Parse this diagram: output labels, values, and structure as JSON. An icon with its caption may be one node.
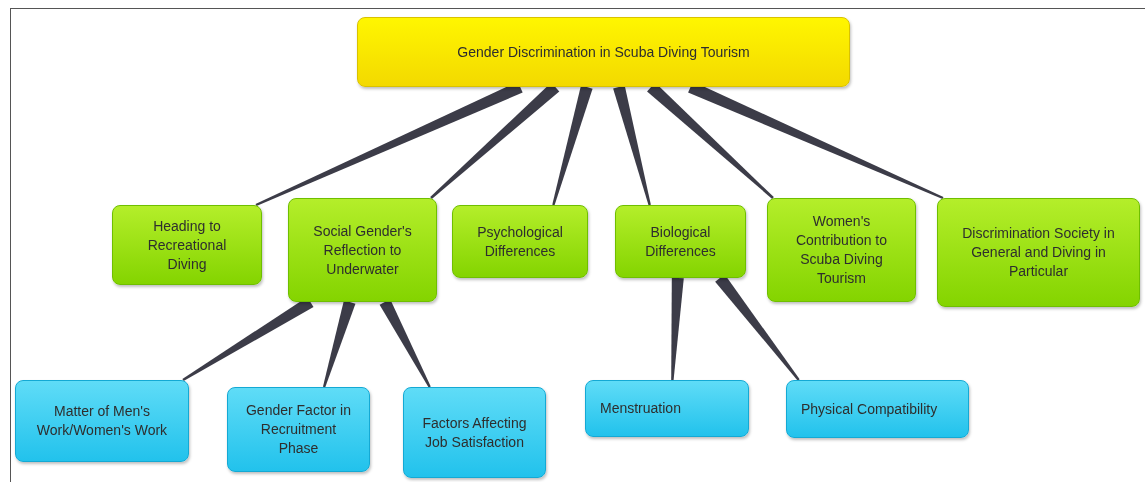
{
  "diagram": {
    "nodes": [
      {
        "text": [
          "Gender Discrimination in Scuba Diving Tourism"
        ]
      },
      {
        "text": [
          "Heading to Recreational Diving"
        ]
      },
      {
        "text": [
          "Social Gender's Reflection to Underwater"
        ]
      },
      {
        "text": [
          "Psychological Differences"
        ]
      },
      {
        "text": [
          "Biological Differences"
        ]
      },
      {
        "text": [
          "Women's Contribution to Scuba Diving Tourism"
        ]
      },
      {
        "text": [
          "Discrimination Society in General and Diving in Particular"
        ]
      },
      {
        "text": [
          "Matter of Men's Work/Women's Work"
        ]
      },
      {
        "text": [
          "Gender Factor in Recruitment Phase"
        ]
      },
      {
        "text": [
          "Factors Affecting Job Satisfaction"
        ]
      },
      {
        "text": [
          "Menstruation"
        ]
      },
      {
        "text": [
          "Physical Compatibility"
        ]
      }
    ],
    "edges": [
      {
        "from": 0,
        "to": 1,
        "arrow": "none"
      },
      {
        "from": 0,
        "to": 2,
        "arrow": "none"
      },
      {
        "from": 0,
        "to": 3,
        "arrow": "none"
      },
      {
        "from": 0,
        "to": 4,
        "arrow": "none"
      },
      {
        "from": 0,
        "to": 5,
        "arrow": "none"
      },
      {
        "from": 0,
        "to": 6,
        "arrow": "none"
      },
      {
        "from": 2,
        "to": 7,
        "arrow": "none"
      },
      {
        "from": 2,
        "to": 8,
        "arrow": "none"
      },
      {
        "from": 2,
        "to": 9,
        "arrow": "none"
      },
      {
        "from": 4,
        "to": 10,
        "arrow": "none"
      },
      {
        "from": 4,
        "to": 11,
        "arrow": "none"
      }
    ]
  }
}
